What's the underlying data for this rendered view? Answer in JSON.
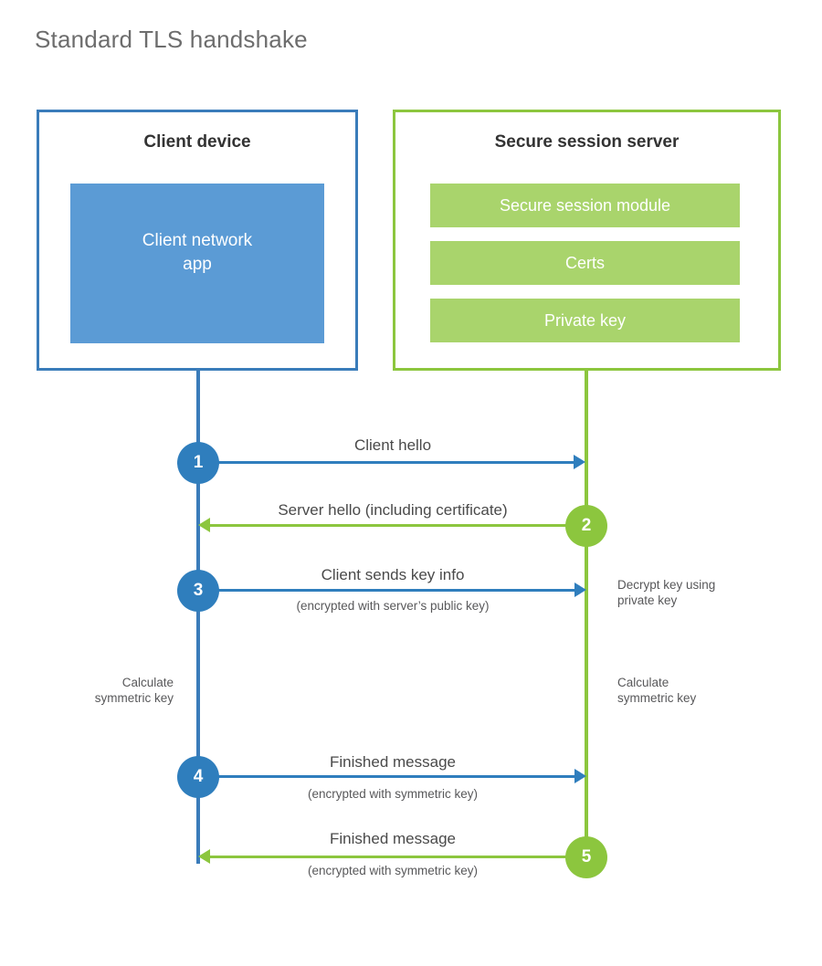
{
  "title": "Standard TLS handshake",
  "colors": {
    "client_accent": "#2f7ebd",
    "client_border": "#3a7cba",
    "client_fill": "#5b9bd5",
    "server_accent": "#8cc63e",
    "server_fill": "#a9d46c",
    "text_dark": "#333333",
    "text_body": "#4a4a4a",
    "text_muted": "#58585a",
    "title_color": "#6d6d6d",
    "background": "#ffffff"
  },
  "client": {
    "title": "Client device",
    "app_label_line1": "Client network",
    "app_label_line2": "app",
    "app_label": "Client network app"
  },
  "server": {
    "title": "Secure session server",
    "components": [
      {
        "label": "Secure session module"
      },
      {
        "label": "Certs"
      },
      {
        "label": "Private key"
      }
    ]
  },
  "steps": [
    {
      "number": "1",
      "origin": "client",
      "direction": "client-to-server",
      "main": "Client hello",
      "sub": ""
    },
    {
      "number": "2",
      "origin": "server",
      "direction": "server-to-client",
      "main": "Server hello (including certificate)",
      "sub": ""
    },
    {
      "number": "3",
      "origin": "client",
      "direction": "client-to-server",
      "main": "Client sends key info",
      "sub": "(encrypted with server’s public key)"
    },
    {
      "number": "4",
      "origin": "client",
      "direction": "client-to-server",
      "main": "Finished message",
      "sub": "(encrypted with symmetric key)"
    },
    {
      "number": "5",
      "origin": "server",
      "direction": "server-to-client",
      "main": "Finished message",
      "sub": "(encrypted with symmetric key)"
    }
  ],
  "annotations": {
    "decrypt": {
      "line1": "Decrypt key using",
      "line2": "private key"
    },
    "client_symmetric": {
      "line1": "Calculate",
      "line2": "symmetric key"
    },
    "server_symmetric": {
      "line1": "Calculate",
      "line2": "symmetric key"
    }
  }
}
